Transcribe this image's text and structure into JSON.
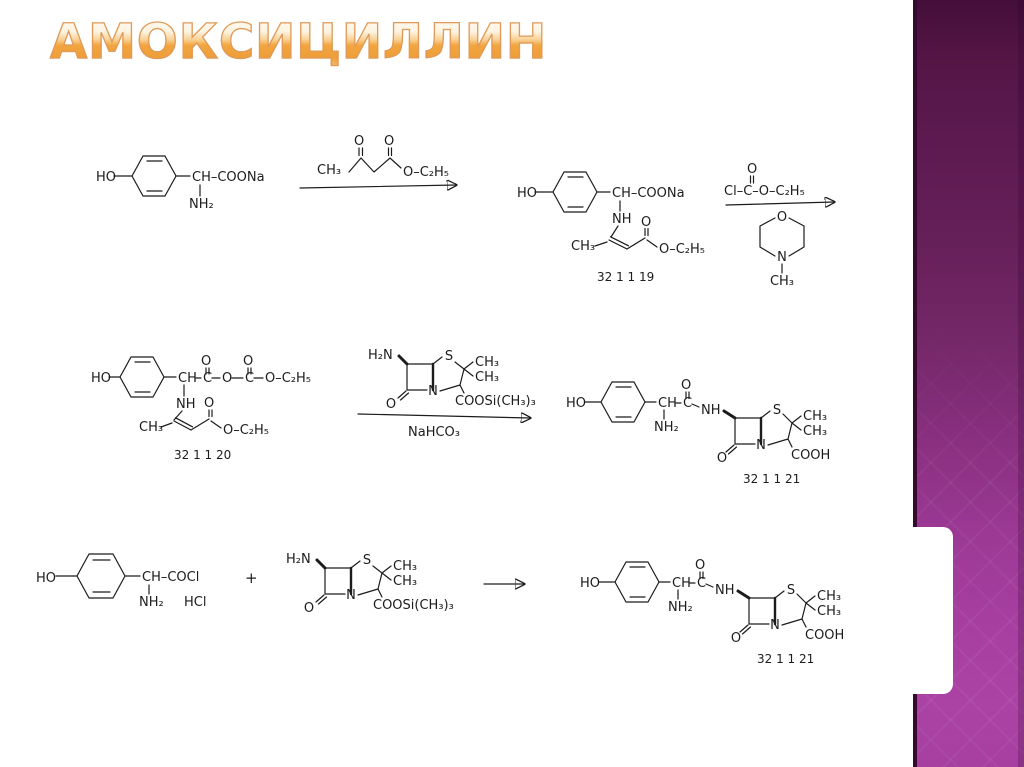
{
  "title": "АМОКСИЦИЛЛИН",
  "colors": {
    "title_orange": "#f2a53f",
    "title_outline": "#e09a5a",
    "sidebar_dark": "#430e39",
    "sidebar_mid": "#752869",
    "sidebar_light": "#ab43a5",
    "ink": "#1c1c1c",
    "background": "#ffffff"
  },
  "structures": {
    "phg_sodium_salt": {
      "ho": "HO",
      "chain": "CH–COONa",
      "amine": "NH₂"
    },
    "ethyl_acetoacetate": {
      "ch3": "CH₃",
      "o_left": "O",
      "o_right": "O",
      "ester": "O–C₂H₅"
    },
    "enamine_adduct": {
      "ho": "HO",
      "chain": "CH–COONa",
      "nh": "NH",
      "ch3": "CH₃",
      "o": "O",
      "ester": "O–C₂H₅",
      "id": "32 1 1 19"
    },
    "ethyl_chloroformate": {
      "formula": "Cl–C–O–C₂H₅",
      "o": "O"
    },
    "n_methylmorpholine": {
      "o": "O",
      "n": "N",
      "ch3": "CH₃"
    },
    "mixed_anhydride": {
      "ho": "HO",
      "ch": "CH",
      "c1": "C",
      "o1": "O",
      "o_bridge": "O",
      "c2": "C",
      "o2": "O",
      "ester1": "O–C₂H₅",
      "nh": "NH",
      "ch3": "CH₃",
      "o3": "O",
      "ester2": "O–C₂H₅",
      "id": "32 1 1 20"
    },
    "apa_tms_ester": {
      "h2n": "H₂N",
      "s": "S",
      "ch3_top": "CH₃",
      "ch3_bottom": "CH₃",
      "n": "N",
      "o": "O",
      "ester": "COOSi(CH₃)₃"
    },
    "amoxicillin": {
      "ho": "HO",
      "ch": "CH",
      "c": "C",
      "o_amide": "O",
      "nh": "NH",
      "nh2": "NH₂",
      "s": "S",
      "ch3_top": "CH₃",
      "ch3_bottom": "CH₃",
      "n": "N",
      "o": "O",
      "cooh": "COOH",
      "id": "32 1 1 21"
    },
    "pg_acid_chloride": {
      "ho": "HO",
      "chain": "CH–COCl",
      "amine": "NH₂",
      "hcl": "HCl"
    }
  },
  "conditions": {
    "nahco3": "NaHCO₃"
  },
  "operators": {
    "plus": "+"
  }
}
